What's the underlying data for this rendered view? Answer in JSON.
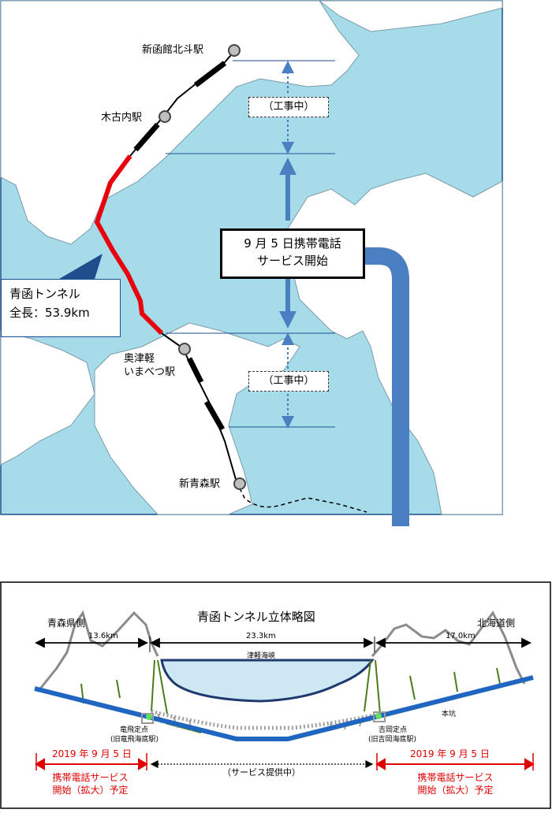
{
  "map": {
    "stations": {
      "shin_hakodate": "新函館北斗駅",
      "kikonai": "木古内駅",
      "okutsugaru_1": "奥津軽",
      "okutsugaru_2": "いまべつ駅",
      "shin_aomori": "新青森駅"
    },
    "construction_upper": "（工事中）",
    "construction_lower": "（工事中）",
    "service_start_1": "9 月 5 日携帯電話",
    "service_start_2": "サービス開始",
    "tunnel_name": "青函トンネル",
    "tunnel_length": "全長：53.9km",
    "colors": {
      "sea": "#a6dcea",
      "land": "#ffffff",
      "tunnel": "#e8000c",
      "arrow": "#4a7fc1"
    }
  },
  "profile": {
    "title": "青函トンネル立体略図",
    "left_region": "青森県側",
    "right_region": "北海道側",
    "dist_left": "13.6km",
    "dist_center": "23.3km",
    "dist_right": "17.0km",
    "strait": "津軽海峡",
    "main_shaft": "本坑",
    "point_left_1": "竜飛定点",
    "point_left_2": "(旧竜飛海底駅)",
    "point_right_1": "吉岡定点",
    "point_right_2": "(旧吉岡海底駅)",
    "left_date": "2019 年 9 月 5 日",
    "left_service_1": "携帯電話サービス",
    "left_service_2": "開始（拡大）予定",
    "center_service": "（サービス提供中）",
    "right_date": "2019 年 9 月 5 日",
    "right_service_1": "携帯電話サービス",
    "right_service_2": "開始（拡大）予定"
  }
}
